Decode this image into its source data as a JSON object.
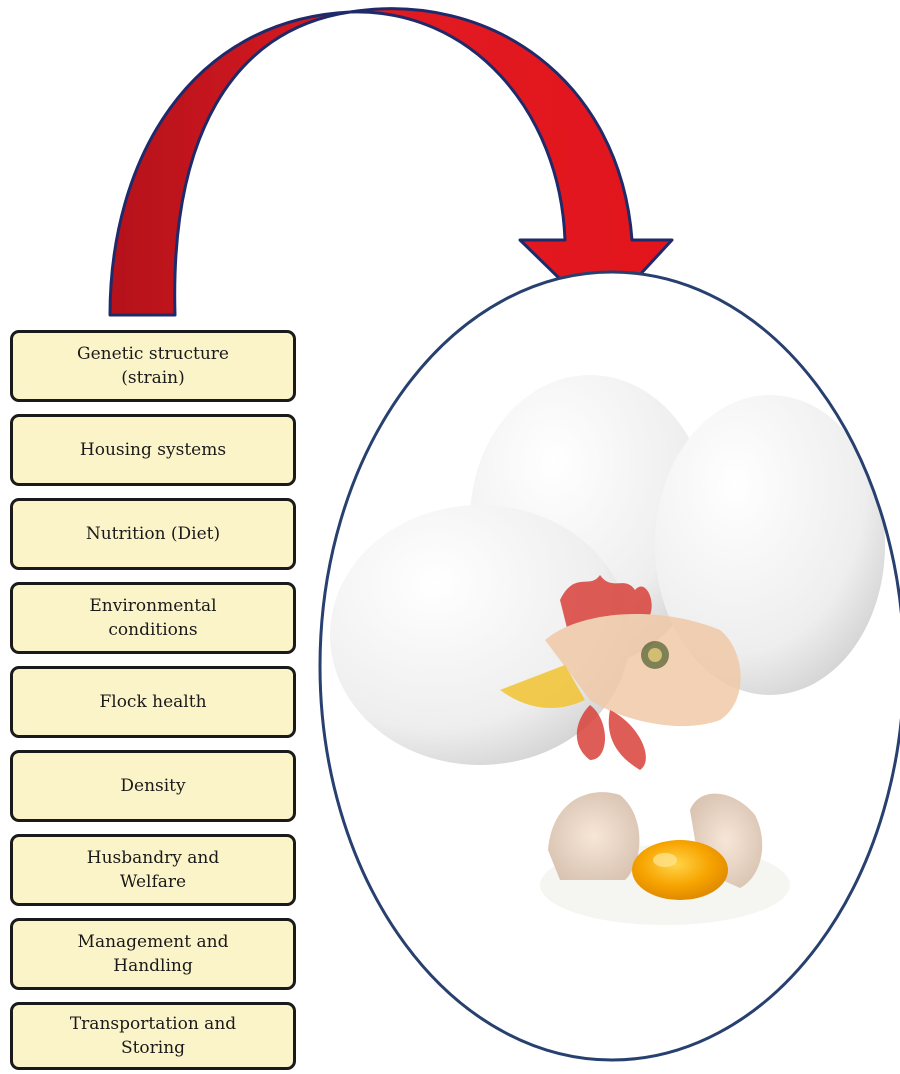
{
  "factors": [
    "Genetic structure\n(strain)",
    "Housing systems",
    "Nutrition (Diet)",
    "Environmental\nconditions",
    "Flock health",
    "Density",
    "Husbandry and\nWelfare",
    "Management and\nHandling",
    "Transportation and\nStoring"
  ],
  "colors": {
    "arrow_fill": "#e11b22",
    "arrow_stroke": "#1f2a6b",
    "box_fill": "#fcf4c9",
    "box_border": "#1a1a1a",
    "oval_stroke": "#27406f",
    "egg_shell": "#f2f2f2",
    "yolk": "#f7a400",
    "hen_comb": "#d9413a",
    "hen_beak": "#f2c431"
  },
  "icons": {
    "arrow": "curved-arrow-icon",
    "illustration": "eggs-and-hen-illustration"
  }
}
